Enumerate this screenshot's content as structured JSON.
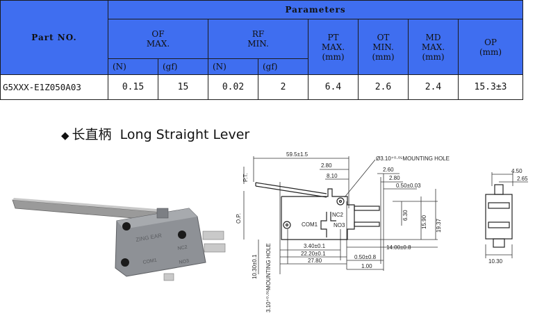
{
  "table": {
    "part_header": "Part NO.",
    "parameters_header": "Parameters",
    "groups": [
      {
        "label": "OF",
        "sub": "MAX."
      },
      {
        "label": "RF",
        "sub": "MIN."
      }
    ],
    "cols": [
      {
        "label": "PT",
        "sub": "MAX.",
        "unit": "(mm)"
      },
      {
        "label": "OT",
        "sub": "MIN.",
        "unit": "(mm)"
      },
      {
        "label": "MD",
        "sub": "MAX.",
        "unit": "(mm)"
      },
      {
        "label": "OP",
        "unit": "(mm)"
      }
    ],
    "unit_labels": [
      "(N)",
      "(gf)",
      "(N)",
      "(gf)"
    ],
    "row": {
      "part": "G5XXX-E1Z050A03",
      "values": [
        "0.15",
        "15",
        "0.02",
        "2",
        "6.4",
        "2.6",
        "2.4",
        "15.3±3"
      ]
    }
  },
  "heading": {
    "bullet": "◆",
    "chinese": "长直柄",
    "english": "Long Straight Lever"
  },
  "photo": {
    "brand": "ZING EAR",
    "terminals": [
      "NC2",
      "COM1",
      "NO3"
    ]
  },
  "drawing": {
    "dims": {
      "lever_length": "59.5±1.5",
      "d280a": "2.80",
      "d810": "8.10",
      "mount_hole": "Ø3.10⁺⁰·⁰⁵MOUNTING HOLE",
      "d260": "2.60",
      "d280b": "2.80",
      "d050": "0.50±0.03",
      "d630": "6.30",
      "d1590": "15.90",
      "d1937": "19.37",
      "d340": "3.40±0.1",
      "d2220": "22.20±0.1",
      "d2780": "27.80",
      "d1400": "14.00±0.8",
      "d050b": "0.50±0.8",
      "d100": "1.00",
      "d1030v": "10.30±0.1",
      "mount_hole_v": "3.10⁺⁰·⁰⁵MOUNTING HOLE",
      "pt": "P.T.",
      "op": "O.P.",
      "d450": "4.50",
      "d265": "2.65",
      "d1030": "10.30"
    },
    "terminals": {
      "nc": "NC2",
      "com": "COM1",
      "no": "NO3"
    }
  }
}
